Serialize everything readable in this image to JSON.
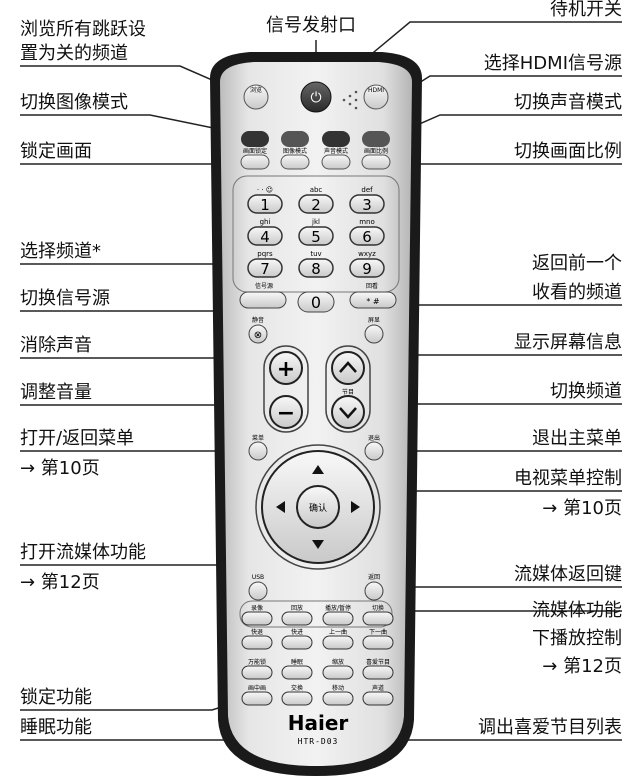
{
  "labels_left": [
    {
      "id": "browse",
      "line1": "浏览所有跳跃设",
      "line2": "置为关的频道"
    },
    {
      "id": "picture_mode",
      "text": "切换图像模式"
    },
    {
      "id": "lock_picture",
      "text": "锁定画面"
    },
    {
      "id": "select_channel",
      "text": "选择频道*"
    },
    {
      "id": "switch_source",
      "text": "切换信号源"
    },
    {
      "id": "mute",
      "text": "消除声音"
    },
    {
      "id": "volume",
      "text": "调整音量"
    },
    {
      "id": "menu",
      "line1": "打开/返回菜单",
      "line2": "→ 第10页"
    },
    {
      "id": "media",
      "line1": "打开流媒体功能",
      "line2": "→ 第12页"
    },
    {
      "id": "lock_func",
      "text": "锁定功能"
    },
    {
      "id": "sleep",
      "text": "睡眠功能"
    }
  ],
  "labels_top": {
    "emitter": "信号发射口"
  },
  "labels_right": [
    {
      "id": "standby",
      "text": "待机开关"
    },
    {
      "id": "hdmi",
      "text": "选择HDMI信号源"
    },
    {
      "id": "sound_mode",
      "text": "切换声音模式"
    },
    {
      "id": "aspect",
      "text": "切换画面比例"
    },
    {
      "id": "recall",
      "line1": "返回前一个",
      "line2": "收看的频道"
    },
    {
      "id": "display",
      "text": "显示屏幕信息"
    },
    {
      "id": "channel",
      "text": "切换频道"
    },
    {
      "id": "exit",
      "text": "退出主菜单"
    },
    {
      "id": "tv_menu",
      "line1": "电视菜单控制",
      "line2": "→ 第10页"
    },
    {
      "id": "media_back",
      "text": "流媒体返回键"
    },
    {
      "id": "playback",
      "line1": "流媒体功能",
      "line2": "下播放控制",
      "line3": "→ 第12页"
    },
    {
      "id": "favorites",
      "text": "调出喜爱节目列表"
    }
  ],
  "remote": {
    "brand": "Haier",
    "model": "HTR-D03",
    "buttons_top": {
      "browse": "浏览",
      "hdmi": "HDMI"
    },
    "row_modes": [
      "画面锁定",
      "图像模式",
      "声音模式",
      "画面比例"
    ],
    "keypad": [
      {
        "letters": "· · ☺",
        "num": "1"
      },
      {
        "letters": "abc",
        "num": "2"
      },
      {
        "letters": "def",
        "num": "3"
      },
      {
        "letters": "ghi",
        "num": "4"
      },
      {
        "letters": "jkl",
        "num": "5"
      },
      {
        "letters": "mno",
        "num": "6"
      },
      {
        "letters": "pqrs",
        "num": "7"
      },
      {
        "letters": "tuv",
        "num": "8"
      },
      {
        "letters": "wxyz",
        "num": "9"
      }
    ],
    "source": "信号源",
    "zero": "0",
    "recall_lbl": "回看",
    "recall_btn": "* #",
    "mute_lbl": "静音",
    "display_lbl": "屏显",
    "vol_plus": "+",
    "vol_minus": "−",
    "ch_lbl": "节目",
    "menu_lbl": "菜单",
    "exit_lbl": "退出",
    "ok": "确认",
    "usb": "USB",
    "back": "返回",
    "row_play1": [
      "录像",
      "回放",
      "播放/暂停",
      "切换"
    ],
    "row_play2": [
      "快退",
      "快进",
      "上一曲",
      "下一曲"
    ],
    "row_bottom1": [
      "万能锁",
      "睡眠",
      "缩放",
      "喜爱节目"
    ],
    "row_bottom2": [
      "画中画",
      "交换",
      "移动",
      "声道"
    ]
  }
}
